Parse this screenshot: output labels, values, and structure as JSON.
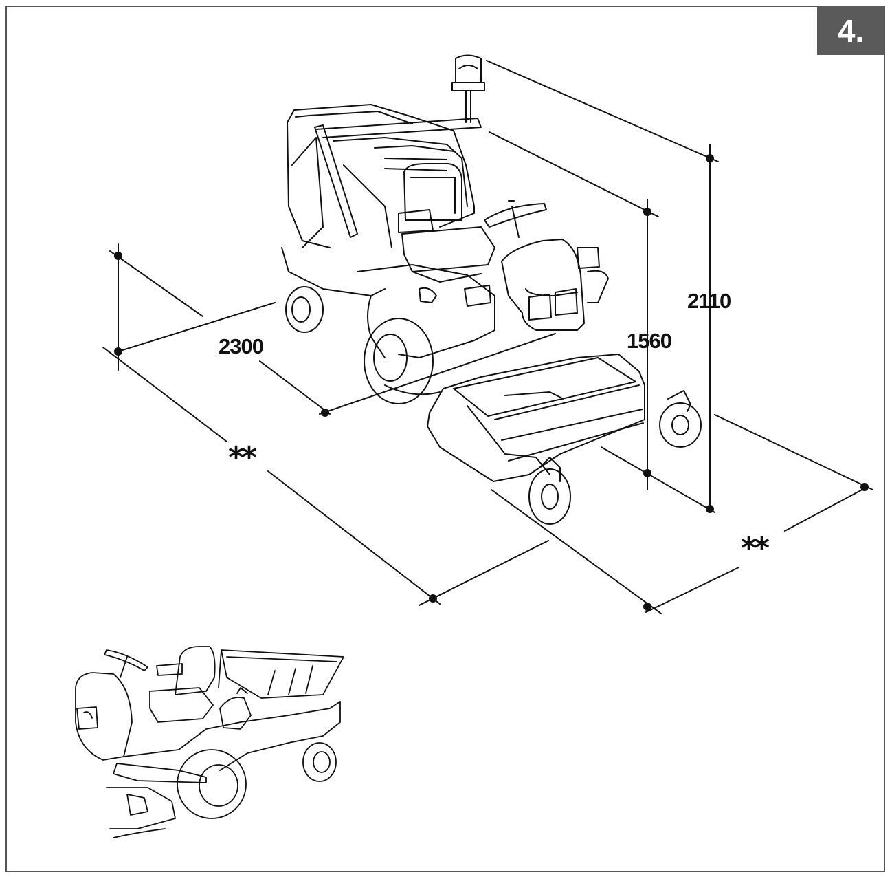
{
  "figure": {
    "number": "4."
  },
  "dimensions": {
    "length": "2300",
    "seat_height": "1560",
    "beacon_height": "2110",
    "width_left": "**",
    "width_right": "**"
  },
  "colors": {
    "badge_bg": "#5a5a5a",
    "line": "#111111"
  }
}
